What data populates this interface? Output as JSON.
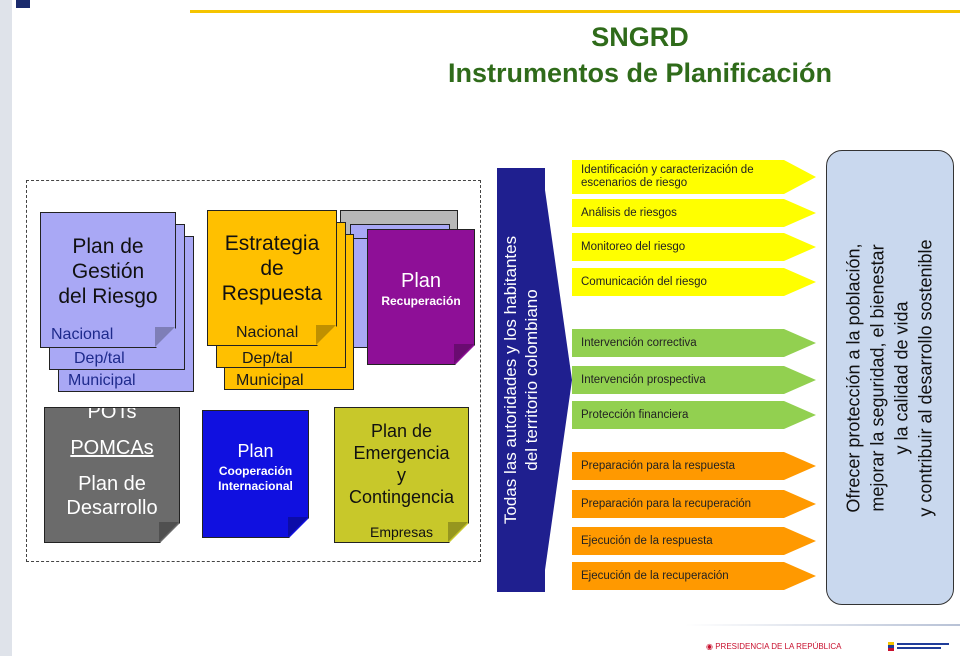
{
  "header": {
    "title_line1": "SNGRD",
    "title_line2": "Instrumentos de Planificación"
  },
  "instruments": {
    "plan_gestion": {
      "title_lines": [
        "Plan de",
        "Gestión",
        "del Riesgo"
      ],
      "levels": [
        "Nacional",
        "Dep/tal",
        "Municipal"
      ]
    },
    "estrategia": {
      "title_lines": [
        "Estrategia",
        "de",
        "Respuesta"
      ],
      "levels": [
        "Nacional",
        "Dep/tal",
        "Municipal"
      ]
    },
    "plan_recuperacion": {
      "line1": "Plan",
      "line2": "Recuperación"
    },
    "ordenamiento": {
      "lines": [
        "POTs",
        "POMCAs",
        "Plan de",
        "Desarrollo"
      ]
    },
    "cooperacion": {
      "line1": "Plan",
      "line2": "Cooperación",
      "line3": "Internacional"
    },
    "emergencia": {
      "lines": [
        "Plan de",
        "Emergencia",
        "y",
        "Contingencia"
      ],
      "sub": "Empresas"
    }
  },
  "audience": {
    "line1": "Todas las autoridades y los habitantes",
    "line2": "del territorio colombiano"
  },
  "processes": {
    "conocimiento": [
      "Identificación y caracterización de escenarios de riesgo",
      "Análisis de riesgos",
      "Monitoreo del riesgo",
      "Comunicación del riesgo"
    ],
    "reduccion": [
      "Intervención correctiva",
      "Intervención prospectiva",
      "Protección financiera"
    ],
    "manejo": [
      "Preparación para la respuesta",
      "Preparación para la recuperación",
      "Ejecución de la respuesta",
      "Ejecución de la recuperación"
    ]
  },
  "goal": {
    "line1": "Ofrecer protección a la población,",
    "line2": "mejorar la seguridad, el bienestar",
    "line3": "y la calidad de vida",
    "line4": "y contribuir al  desarrollo sostenible"
  },
  "footer": {
    "org": "PRESIDENCIA DE LA REPÚBLICA"
  },
  "colors": {
    "title": "#2f6b1a",
    "lavender": "#a9a8f5",
    "gold": "#ffc000",
    "purple": "#8e0f97",
    "gray": "#6b6b6b",
    "blue": "#1010e0",
    "olive": "#c8c82a",
    "arrow_navy": "#1f1f8f",
    "knowledge_yellow": "#ffff00",
    "reduction_green": "#92d050",
    "management_orange": "#ff9900",
    "goal_blue": "#c9d8ee"
  }
}
